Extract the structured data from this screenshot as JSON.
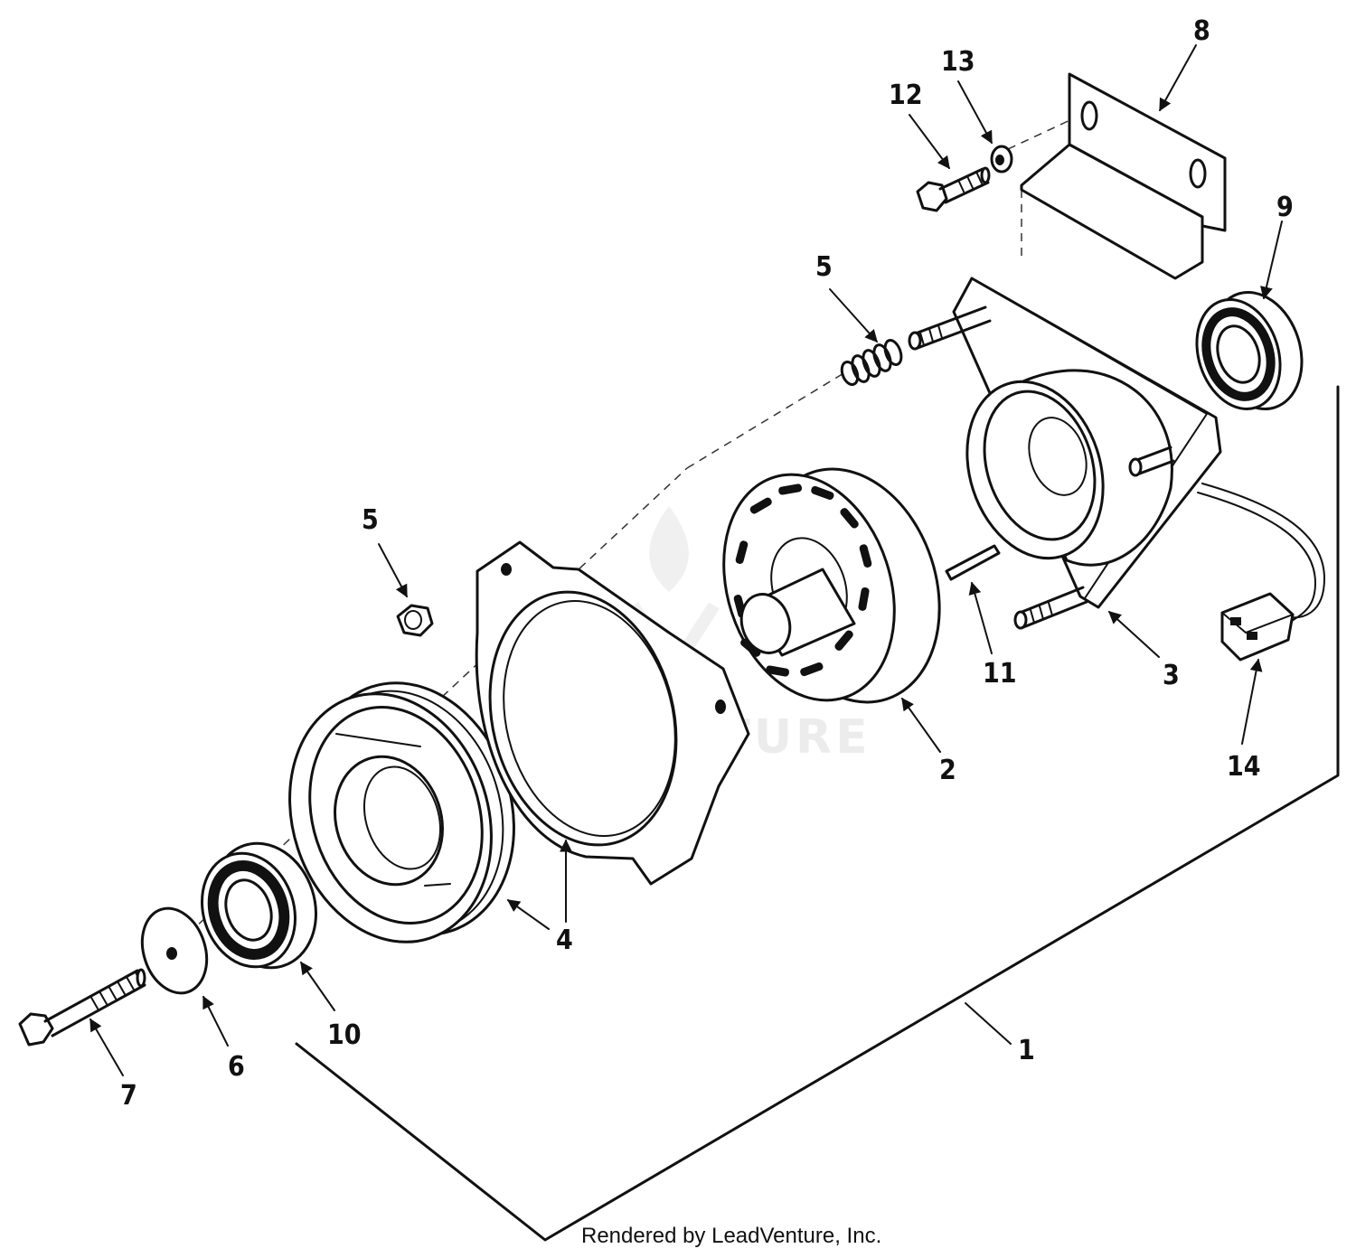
{
  "callouts": {
    "c1": "1",
    "c2": "2",
    "c3": "3",
    "c4": "4",
    "c5a": "5",
    "c5b": "5",
    "c6": "6",
    "c7": "7",
    "c8": "8",
    "c9": "9",
    "c10": "10",
    "c11": "11",
    "c12": "12",
    "c13": "13",
    "c14": "14"
  },
  "watermark": "LEADVENTURE",
  "footer": "Rendered by LeadVenture, Inc."
}
